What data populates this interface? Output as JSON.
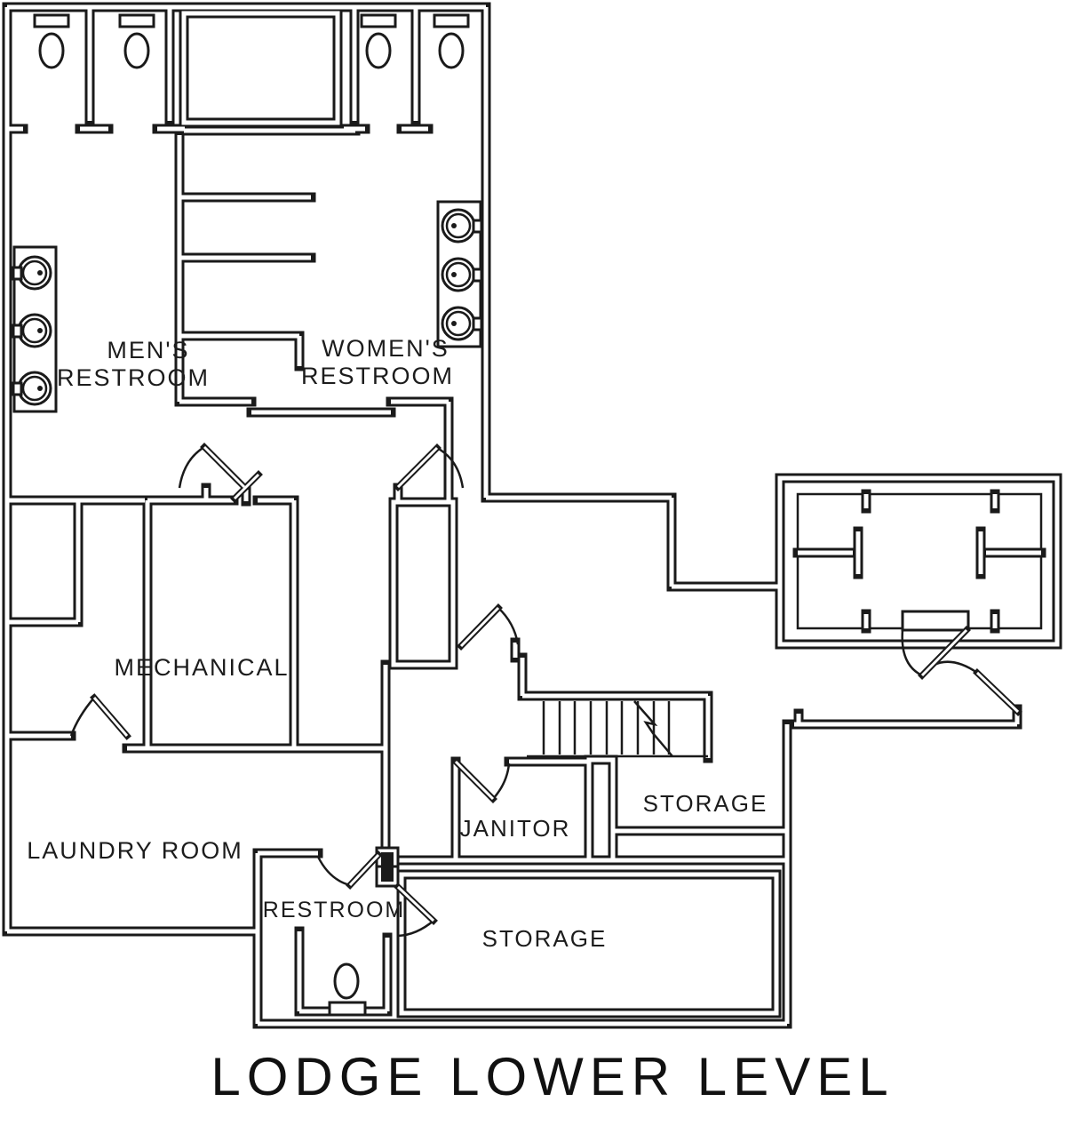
{
  "diagram": {
    "type": "floor-plan",
    "title": "LODGE LOWER LEVEL",
    "rooms": {
      "mens_restroom": {
        "label_line1": "MEN'S",
        "label_line2": "RESTROOM"
      },
      "womens_restroom": {
        "label_line1": "WOMEN'S",
        "label_line2": "RESTROOM"
      },
      "mechanical": {
        "label": "MECHANICAL"
      },
      "laundry": {
        "label": "LAUNDRY ROOM"
      },
      "janitor": {
        "label": "JANITOR"
      },
      "storage_upper": {
        "label": "STORAGE"
      },
      "restroom_small": {
        "label": "RESTROOM"
      },
      "storage_lower": {
        "label": "STORAGE"
      }
    },
    "fixtures": {
      "toilet_count": 5,
      "sink_count": 6,
      "stair_flights": 1
    },
    "colors": {
      "line": "#1a1a1a",
      "background": "#ffffff"
    }
  }
}
